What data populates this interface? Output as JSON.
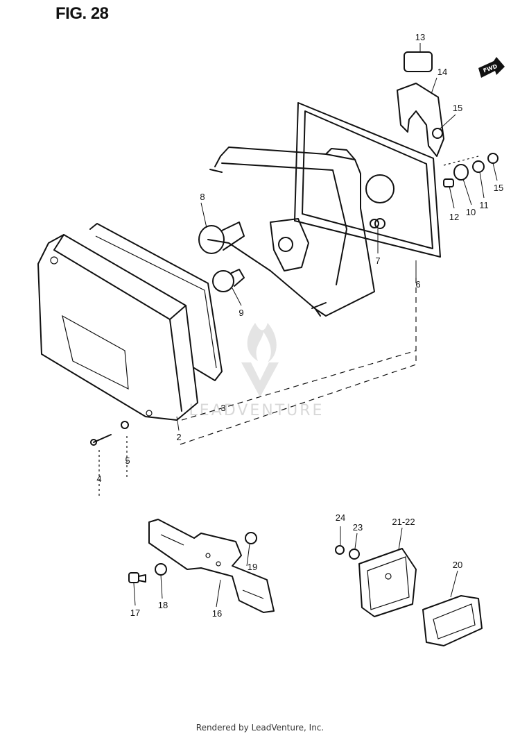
{
  "figure": {
    "title": "FIG. 28"
  },
  "fwd_label": "FWD",
  "watermark": {
    "text": "LEADVENTURE"
  },
  "footer": "Rendered by LeadVenture, Inc.",
  "callouts": {
    "c2": "2",
    "c3": "3",
    "c4": "4",
    "c5": "5",
    "c6": "6",
    "c7": "7",
    "c8": "8",
    "c9": "9",
    "c10": "10",
    "c11": "11",
    "c12": "12",
    "c13": "13",
    "c14": "14",
    "c15a": "15",
    "c15b": "15",
    "c16": "16",
    "c17": "17",
    "c18": "18",
    "c19": "19",
    "c20": "20",
    "c21": "21-22",
    "c23": "23",
    "c24": "24"
  }
}
